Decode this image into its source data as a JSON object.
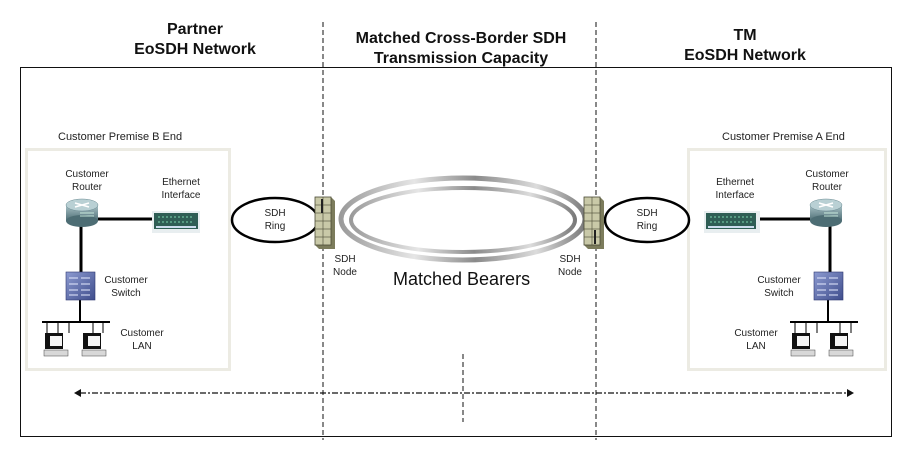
{
  "headers": {
    "left": [
      "Partner",
      "EoSDH Network"
    ],
    "center": [
      "Matched Cross-Border SDH",
      "Transmission Capacity"
    ],
    "right": [
      "TM",
      "EoSDH Network"
    ]
  },
  "left_premise": {
    "title": "Customer Premise B End",
    "router": [
      "Customer",
      "Router"
    ],
    "ethernet": [
      "Ethernet",
      "Interface"
    ],
    "switch": [
      "Customer",
      "Switch"
    ],
    "lan": [
      "Customer",
      "LAN"
    ]
  },
  "right_premise": {
    "title": "Customer Premise A End",
    "router": [
      "Customer",
      "Router"
    ],
    "ethernet": [
      "Ethernet",
      "Interface"
    ],
    "switch": [
      "Customer",
      "Switch"
    ],
    "lan": [
      "Customer",
      "LAN"
    ]
  },
  "left_ring": [
    "SDH",
    "Ring"
  ],
  "right_ring": [
    "SDH",
    "Ring"
  ],
  "left_node": [
    "SDH",
    "Node"
  ],
  "right_node": [
    "SDH",
    "Node"
  ],
  "bearers_label": "Matched Bearers",
  "colors": {
    "frame": "#111111",
    "premise_border": "#ecebe3",
    "node_fill": "#c9c9a8",
    "node_dark": "#6d6d4f",
    "router": "#7a9aa3",
    "switch": "#5a6aa8",
    "ethernet": "#2f5e55"
  }
}
